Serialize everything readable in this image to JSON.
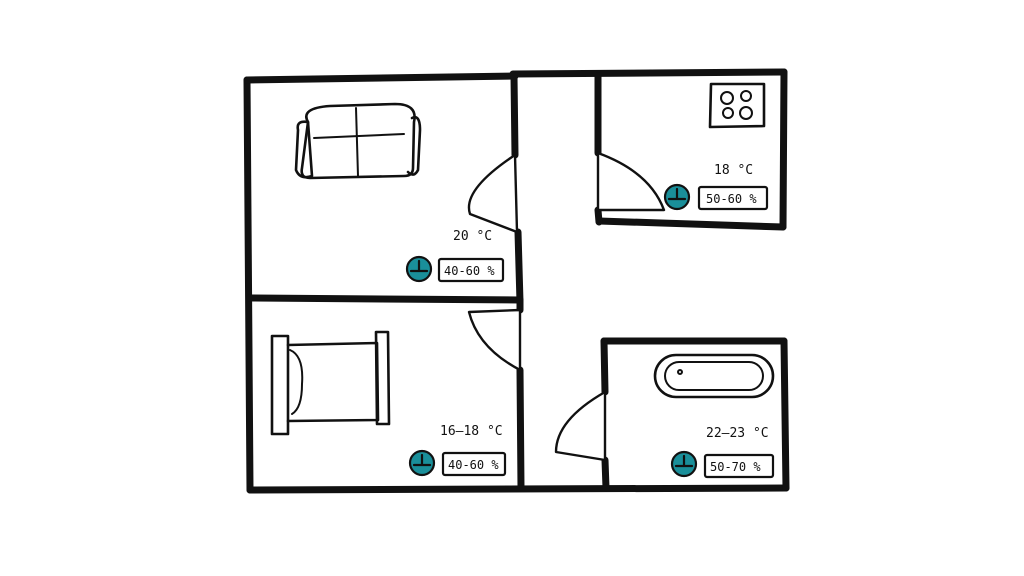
{
  "colors": {
    "sensor": "#1a8f9a",
    "ink": "#111111",
    "background": "#ffffff"
  },
  "rooms": [
    {
      "id": "living-room",
      "furniture_icon": "sofa-icon",
      "temperature": "20 °C",
      "humidity": "40-60 %"
    },
    {
      "id": "kitchen",
      "furniture_icon": "stove-icon",
      "temperature": "18 °C",
      "humidity": "50-60 %"
    },
    {
      "id": "bedroom",
      "furniture_icon": "bed-icon",
      "temperature": "16–18 °C",
      "humidity": "40-60 %"
    },
    {
      "id": "bathroom",
      "furniture_icon": "bathtub-icon",
      "temperature": "22–23 °C",
      "humidity": "50-70 %"
    }
  ],
  "sensor_icon": "thermostat-sensor-icon"
}
